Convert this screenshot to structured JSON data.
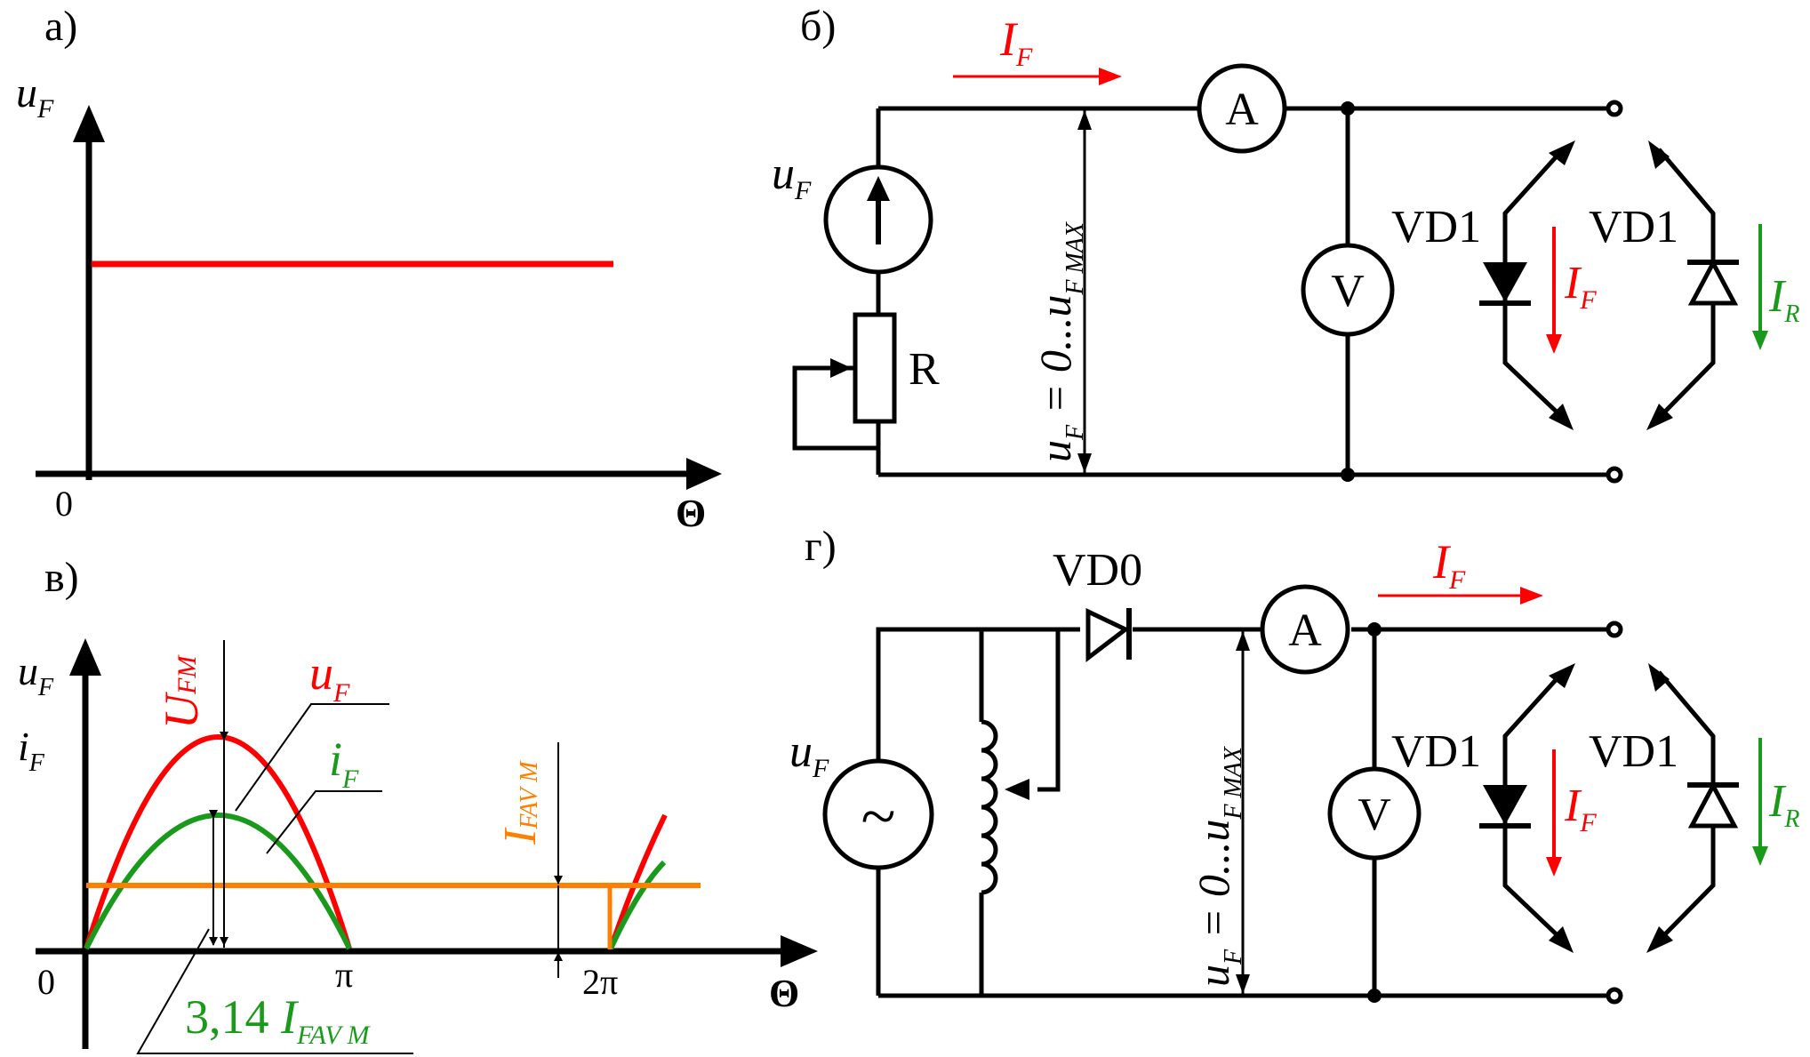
{
  "colors": {
    "black": "#000000",
    "red": "#ff0000",
    "green": "#1a9a1a",
    "orange": "#ff7f00"
  },
  "panel_a": {
    "label": "а)",
    "y_symbol": "u",
    "y_sub": "F",
    "origin": "0",
    "x_symbol": "Θ"
  },
  "panel_b": {
    "label": "б)",
    "current_symbol": "I",
    "current_sub": "F",
    "ammeter": "A",
    "voltmeter": "V",
    "source_symbol": "u",
    "source_sub": "F",
    "resistor": "R",
    "range_u": "u",
    "range_sub": "F",
    "range_mid": " = 0...u",
    "range_sub2": "F MAX",
    "diode_left": "VD1",
    "diode_right": "VD1",
    "diode_left_cur": "I",
    "diode_left_cur_sub": "F",
    "diode_right_cur": "I",
    "diode_right_cur_sub": "R"
  },
  "panel_v": {
    "label": "в)",
    "y_u": "u",
    "y_u_sub": "F",
    "y_i": "i",
    "y_i_sub": "F",
    "ufm": "U",
    "ufm_sub": "FM",
    "uf": "u",
    "uf_sub": "F",
    "if": "i",
    "if_sub": "F",
    "ifav": "I",
    "ifav_sub": "FAV M",
    "origin": "0",
    "pi": "π",
    "two_pi": "2π",
    "x_symbol": "Θ",
    "bottom_num": "3,14 ",
    "bottom_I": "I",
    "bottom_sub": "FAV M"
  },
  "panel_g": {
    "label": "г)",
    "vd0": "VD0",
    "current_symbol": "I",
    "current_sub": "F",
    "ammeter": "A",
    "voltmeter": "V",
    "source_symbol": "u",
    "source_sub": "F",
    "tilde": "~",
    "range_u": "u",
    "range_sub": "F",
    "range_mid": " = 0...u",
    "range_sub2": "F MAX",
    "diode_left": "VD1",
    "diode_right": "VD1",
    "diode_left_cur": "I",
    "diode_left_cur_sub": "F",
    "diode_right_cur": "I",
    "diode_right_cur_sub": "R"
  }
}
